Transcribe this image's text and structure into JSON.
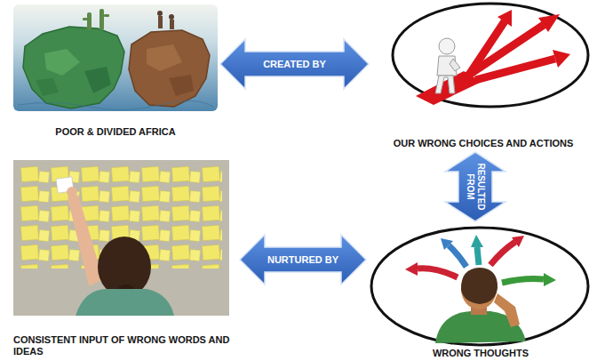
{
  "diagram": {
    "nodes": [
      {
        "text": [
          "POOR & DIVIDED AFRICA"
        ]
      },
      {
        "text": [
          "OUR WRONG CHOICES AND ACTIONS"
        ]
      },
      {
        "text": [
          "CONSISTENT INPUT OF WRONG WORDS AND IDEAS"
        ]
      },
      {
        "text": [
          "WRONG THOUGHTS"
        ]
      }
    ],
    "edges": [
      {
        "from": 0,
        "to": 1,
        "label": "CREATED BY",
        "arrow": "both"
      },
      {
        "from": 1,
        "to": 3,
        "label": "RESULTED FROM",
        "arrow": "both"
      },
      {
        "from": 2,
        "to": 3,
        "label": "NURTURED BY",
        "arrow": "both"
      }
    ]
  }
}
